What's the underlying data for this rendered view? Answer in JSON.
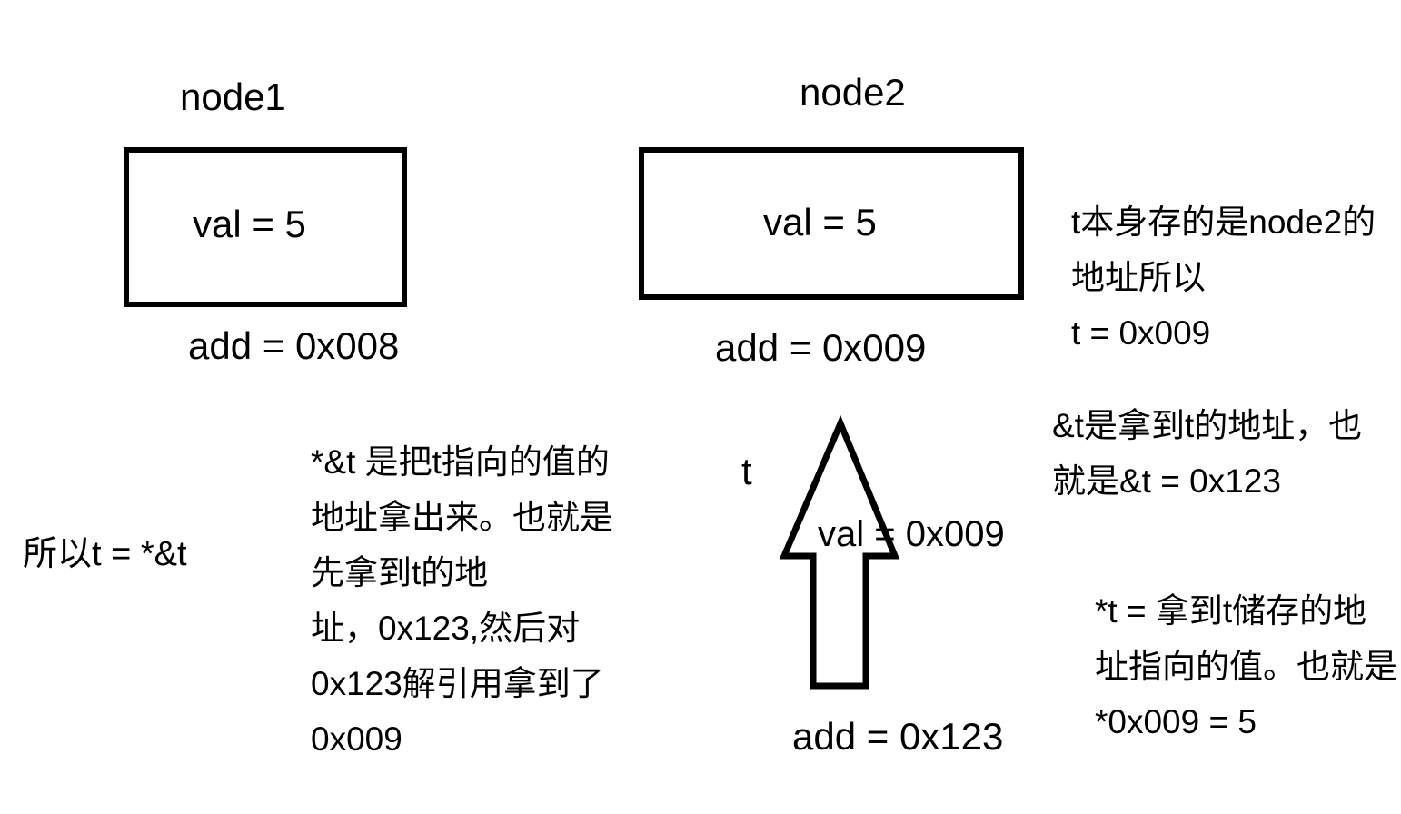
{
  "page": {
    "background_color": "#ffffff",
    "ink_color": "#000000"
  },
  "node1": {
    "title": "node1",
    "value": "val = 5",
    "address": "add = 0x008"
  },
  "node2": {
    "title": "node2",
    "value": "val = 5",
    "address": "add = 0x009"
  },
  "pointer": {
    "label": "t",
    "value": "val = 0x009",
    "address": "add = 0x123"
  },
  "notes": {
    "conclusion": "所以t = *&t",
    "deref_steps": [
      "*&t 是把t指向的值的",
      "地址拿出来。也就是",
      "先拿到t的地",
      "址，0x123,然后对",
      "0x123解引用拿到了",
      "0x009"
    ],
    "t_identity": [
      "t本身存的是node2的",
      "地址所以",
      "t = 0x009"
    ],
    "address_of_t": [
      "&t是拿到t的地址，也",
      "就是&t = 0x123"
    ],
    "deref_t": [
      "*t = 拿到t储存的地",
      "址指向的值。也就是",
      "*0x009 = 5"
    ]
  }
}
